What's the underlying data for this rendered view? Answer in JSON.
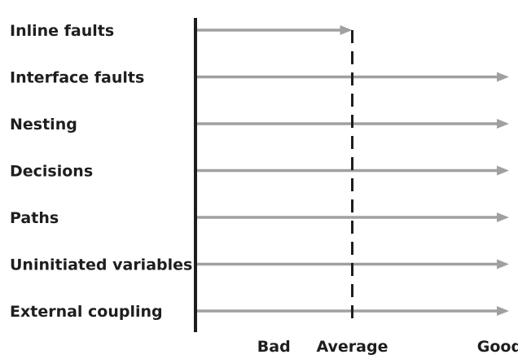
{
  "chart_data": {
    "type": "bar",
    "orientation": "horizontal",
    "categories": [
      "Inline faults",
      "Interface faults",
      "Nesting",
      "Decisions",
      "Paths",
      "Uninitiated variables",
      "External coupling"
    ],
    "values": [
      0.5,
      1,
      1,
      1,
      1,
      1,
      1
    ],
    "xlim": [
      0,
      1
    ],
    "scale_labels": [
      "Bad",
      "Average",
      "Good"
    ],
    "reference_line": {
      "label": "Average",
      "value": 0.5,
      "style": "dashed"
    },
    "grid": false,
    "colors": {
      "arrow": "#a0a0a0",
      "axis": "#1e1e1e",
      "reference": "#1e1e1e",
      "text": "#1e1e1e"
    }
  }
}
